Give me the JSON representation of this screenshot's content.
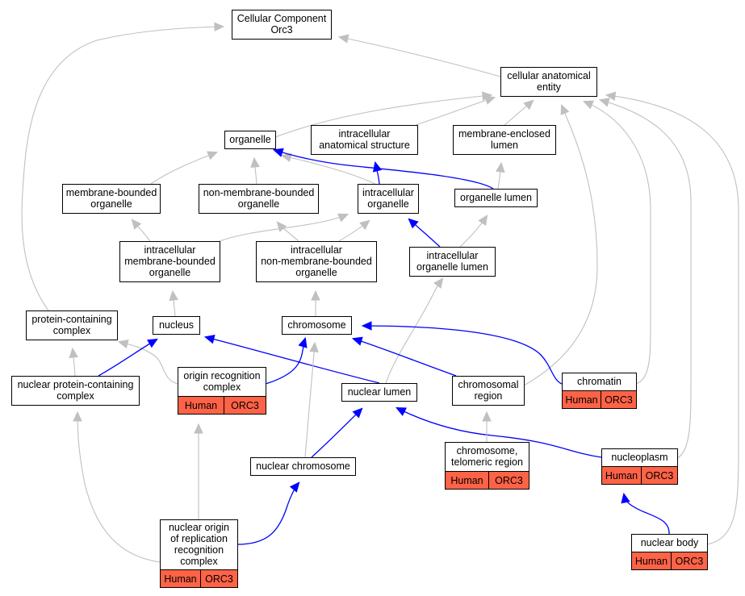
{
  "diagram": {
    "nodes": [
      {
        "id": "cellular-component-orc3",
        "lines": [
          "Cellular Component",
          "Orc3"
        ]
      },
      {
        "id": "cellular-anatomical-entity",
        "lines": [
          "cellular anatomical",
          "entity"
        ]
      },
      {
        "id": "organelle",
        "lines": [
          "organelle"
        ]
      },
      {
        "id": "intracellular-anatomical-structure",
        "lines": [
          "intracellular",
          "anatomical structure"
        ]
      },
      {
        "id": "membrane-enclosed-lumen",
        "lines": [
          "membrane-enclosed",
          "lumen"
        ]
      },
      {
        "id": "membrane-bounded-organelle",
        "lines": [
          "membrane-bounded",
          "organelle"
        ]
      },
      {
        "id": "non-membrane-bounded-organelle",
        "lines": [
          "non-membrane-bounded",
          "organelle"
        ]
      },
      {
        "id": "intracellular-organelle",
        "lines": [
          "intracellular",
          "organelle"
        ]
      },
      {
        "id": "organelle-lumen",
        "lines": [
          "organelle lumen"
        ]
      },
      {
        "id": "intracellular-membrane-bounded-organelle",
        "lines": [
          "intracellular",
          "membrane-bounded",
          "organelle"
        ]
      },
      {
        "id": "intracellular-non-membrane-bounded-organelle",
        "lines": [
          "intracellular",
          "non-membrane-bounded",
          "organelle"
        ]
      },
      {
        "id": "intracellular-organelle-lumen",
        "lines": [
          "intracellular",
          "organelle lumen"
        ]
      },
      {
        "id": "protein-containing-complex",
        "lines": [
          "protein-containing",
          "complex"
        ]
      },
      {
        "id": "nucleus",
        "lines": [
          "nucleus"
        ]
      },
      {
        "id": "chromosome",
        "lines": [
          "chromosome"
        ]
      },
      {
        "id": "nuclear-protein-containing-complex",
        "lines": [
          "nuclear protein-containing",
          "complex"
        ]
      },
      {
        "id": "origin-recognition-complex",
        "lines": [
          "origin recognition",
          "complex"
        ],
        "annotation": [
          "Human",
          "ORC3"
        ]
      },
      {
        "id": "nuclear-lumen",
        "lines": [
          "nuclear lumen"
        ]
      },
      {
        "id": "chromosomal-region",
        "lines": [
          "chromosomal",
          "region"
        ]
      },
      {
        "id": "chromatin",
        "lines": [
          "chromatin"
        ],
        "annotation": [
          "Human",
          "ORC3"
        ]
      },
      {
        "id": "chromosome-telomeric-region",
        "lines": [
          "chromosome,",
          "telomeric region"
        ],
        "annotation": [
          "Human",
          "ORC3"
        ]
      },
      {
        "id": "nucleoplasm",
        "lines": [
          "nucleoplasm"
        ],
        "annotation": [
          "Human",
          "ORC3"
        ]
      },
      {
        "id": "nuclear-chromosome",
        "lines": [
          "nuclear chromosome"
        ]
      },
      {
        "id": "nuclear-origin-of-replication-recognition-complex",
        "lines": [
          "nuclear origin",
          "of replication",
          "recognition",
          "complex"
        ],
        "annotation": [
          "Human",
          "ORC3"
        ]
      },
      {
        "id": "nuclear-body",
        "lines": [
          "nuclear body"
        ],
        "annotation": [
          "Human",
          "ORC3"
        ]
      }
    ],
    "edges": [
      {
        "from": "cellular-anatomical-entity",
        "to": "cellular-component-orc3",
        "color": "gray"
      },
      {
        "from": "protein-containing-complex",
        "to": "cellular-component-orc3",
        "color": "gray"
      },
      {
        "from": "organelle",
        "to": "cellular-anatomical-entity",
        "color": "gray"
      },
      {
        "from": "intracellular-anatomical-structure",
        "to": "cellular-anatomical-entity",
        "color": "gray"
      },
      {
        "from": "membrane-enclosed-lumen",
        "to": "cellular-anatomical-entity",
        "color": "gray"
      },
      {
        "from": "chromosomal-region",
        "to": "cellular-anatomical-entity",
        "color": "gray"
      },
      {
        "from": "chromatin",
        "to": "cellular-anatomical-entity",
        "color": "gray"
      },
      {
        "from": "nucleoplasm",
        "to": "cellular-anatomical-entity",
        "color": "gray"
      },
      {
        "from": "nuclear-body",
        "to": "cellular-anatomical-entity",
        "color": "gray"
      },
      {
        "from": "membrane-bounded-organelle",
        "to": "organelle",
        "color": "gray"
      },
      {
        "from": "non-membrane-bounded-organelle",
        "to": "organelle",
        "color": "gray"
      },
      {
        "from": "intracellular-organelle",
        "to": "organelle",
        "color": "gray"
      },
      {
        "from": "organelle-lumen",
        "to": "organelle",
        "color": "blue"
      },
      {
        "from": "intracellular-organelle",
        "to": "intracellular-anatomical-structure",
        "color": "blue"
      },
      {
        "from": "organelle-lumen",
        "to": "membrane-enclosed-lumen",
        "color": "gray"
      },
      {
        "from": "intracellular-membrane-bounded-organelle",
        "to": "membrane-bounded-organelle",
        "color": "gray"
      },
      {
        "from": "intracellular-membrane-bounded-organelle",
        "to": "intracellular-organelle",
        "color": "gray"
      },
      {
        "from": "intracellular-non-membrane-bounded-organelle",
        "to": "non-membrane-bounded-organelle",
        "color": "gray"
      },
      {
        "from": "intracellular-non-membrane-bounded-organelle",
        "to": "intracellular-organelle",
        "color": "gray"
      },
      {
        "from": "intracellular-organelle-lumen",
        "to": "intracellular-organelle",
        "color": "blue"
      },
      {
        "from": "intracellular-organelle-lumen",
        "to": "organelle-lumen",
        "color": "gray"
      },
      {
        "from": "nucleus",
        "to": "intracellular-membrane-bounded-organelle",
        "color": "gray"
      },
      {
        "from": "chromosome",
        "to": "intracellular-non-membrane-bounded-organelle",
        "color": "gray"
      },
      {
        "from": "nuclear-lumen",
        "to": "intracellular-organelle-lumen",
        "color": "gray"
      },
      {
        "from": "nuclear-protein-containing-complex",
        "to": "protein-containing-complex",
        "color": "gray"
      },
      {
        "from": "origin-recognition-complex",
        "to": "protein-containing-complex",
        "color": "gray"
      },
      {
        "from": "nuclear-protein-containing-complex",
        "to": "nucleus",
        "color": "blue"
      },
      {
        "from": "nuclear-lumen",
        "to": "nucleus",
        "color": "blue"
      },
      {
        "from": "origin-recognition-complex",
        "to": "chromosome",
        "color": "blue"
      },
      {
        "from": "chromosomal-region",
        "to": "chromosome",
        "color": "blue"
      },
      {
        "from": "chromatin",
        "to": "chromosome",
        "color": "blue"
      },
      {
        "from": "nuclear-chromosome",
        "to": "chromosome",
        "color": "gray"
      },
      {
        "from": "nuclear-chromosome",
        "to": "nuclear-lumen",
        "color": "blue"
      },
      {
        "from": "nucleoplasm",
        "to": "nuclear-lumen",
        "color": "blue"
      },
      {
        "from": "chromosome-telomeric-region",
        "to": "chromosomal-region",
        "color": "gray"
      },
      {
        "from": "nuclear-body",
        "to": "nucleoplasm",
        "color": "blue"
      },
      {
        "from": "nuclear-origin-of-replication-recognition-complex",
        "to": "nuclear-protein-containing-complex",
        "color": "gray"
      },
      {
        "from": "nuclear-origin-of-replication-recognition-complex",
        "to": "origin-recognition-complex",
        "color": "gray"
      },
      {
        "from": "nuclear-origin-of-replication-recognition-complex",
        "to": "nuclear-chromosome",
        "color": "blue"
      }
    ]
  },
  "colors": {
    "annotation_fill": "#ff6347",
    "edge_is_a": "#c0c0c0",
    "edge_part_of": "#0000ff"
  }
}
